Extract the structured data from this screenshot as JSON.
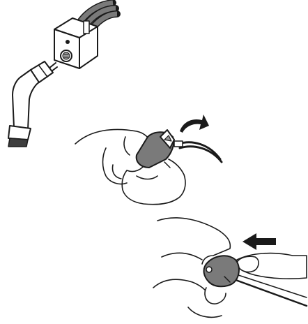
{
  "figure": {
    "panels": [
      {
        "id": "step-connect",
        "icon": "connector-plug-into-socket-icon"
      },
      {
        "id": "step-attach",
        "icon": "hand-holding-ear-piece-with-cable-icon"
      },
      {
        "id": "step-insert",
        "icon": "fingers-pushing-ear-piece-icon"
      }
    ],
    "colors": {
      "outline": "#1a1a1a",
      "device_gray": "#7a7a7a",
      "cable_dark": "#3e3e3e",
      "background": "#ffffff"
    }
  }
}
